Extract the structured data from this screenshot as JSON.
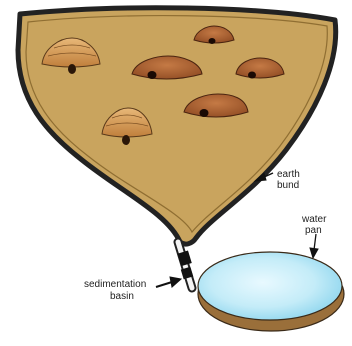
{
  "labels": {
    "earth_bund": [
      "earth",
      "bund"
    ],
    "water_pan": [
      "water",
      "pan"
    ],
    "sedimentation_basin": [
      "sedimentation",
      "basin"
    ]
  },
  "colors": {
    "catchment_fill": "#c9a45e",
    "outline": "#222222",
    "water": "#bfe9f6",
    "pan_rim": "#9a6f3a",
    "mound": "#a3592d",
    "hut": "#d89a52"
  }
}
